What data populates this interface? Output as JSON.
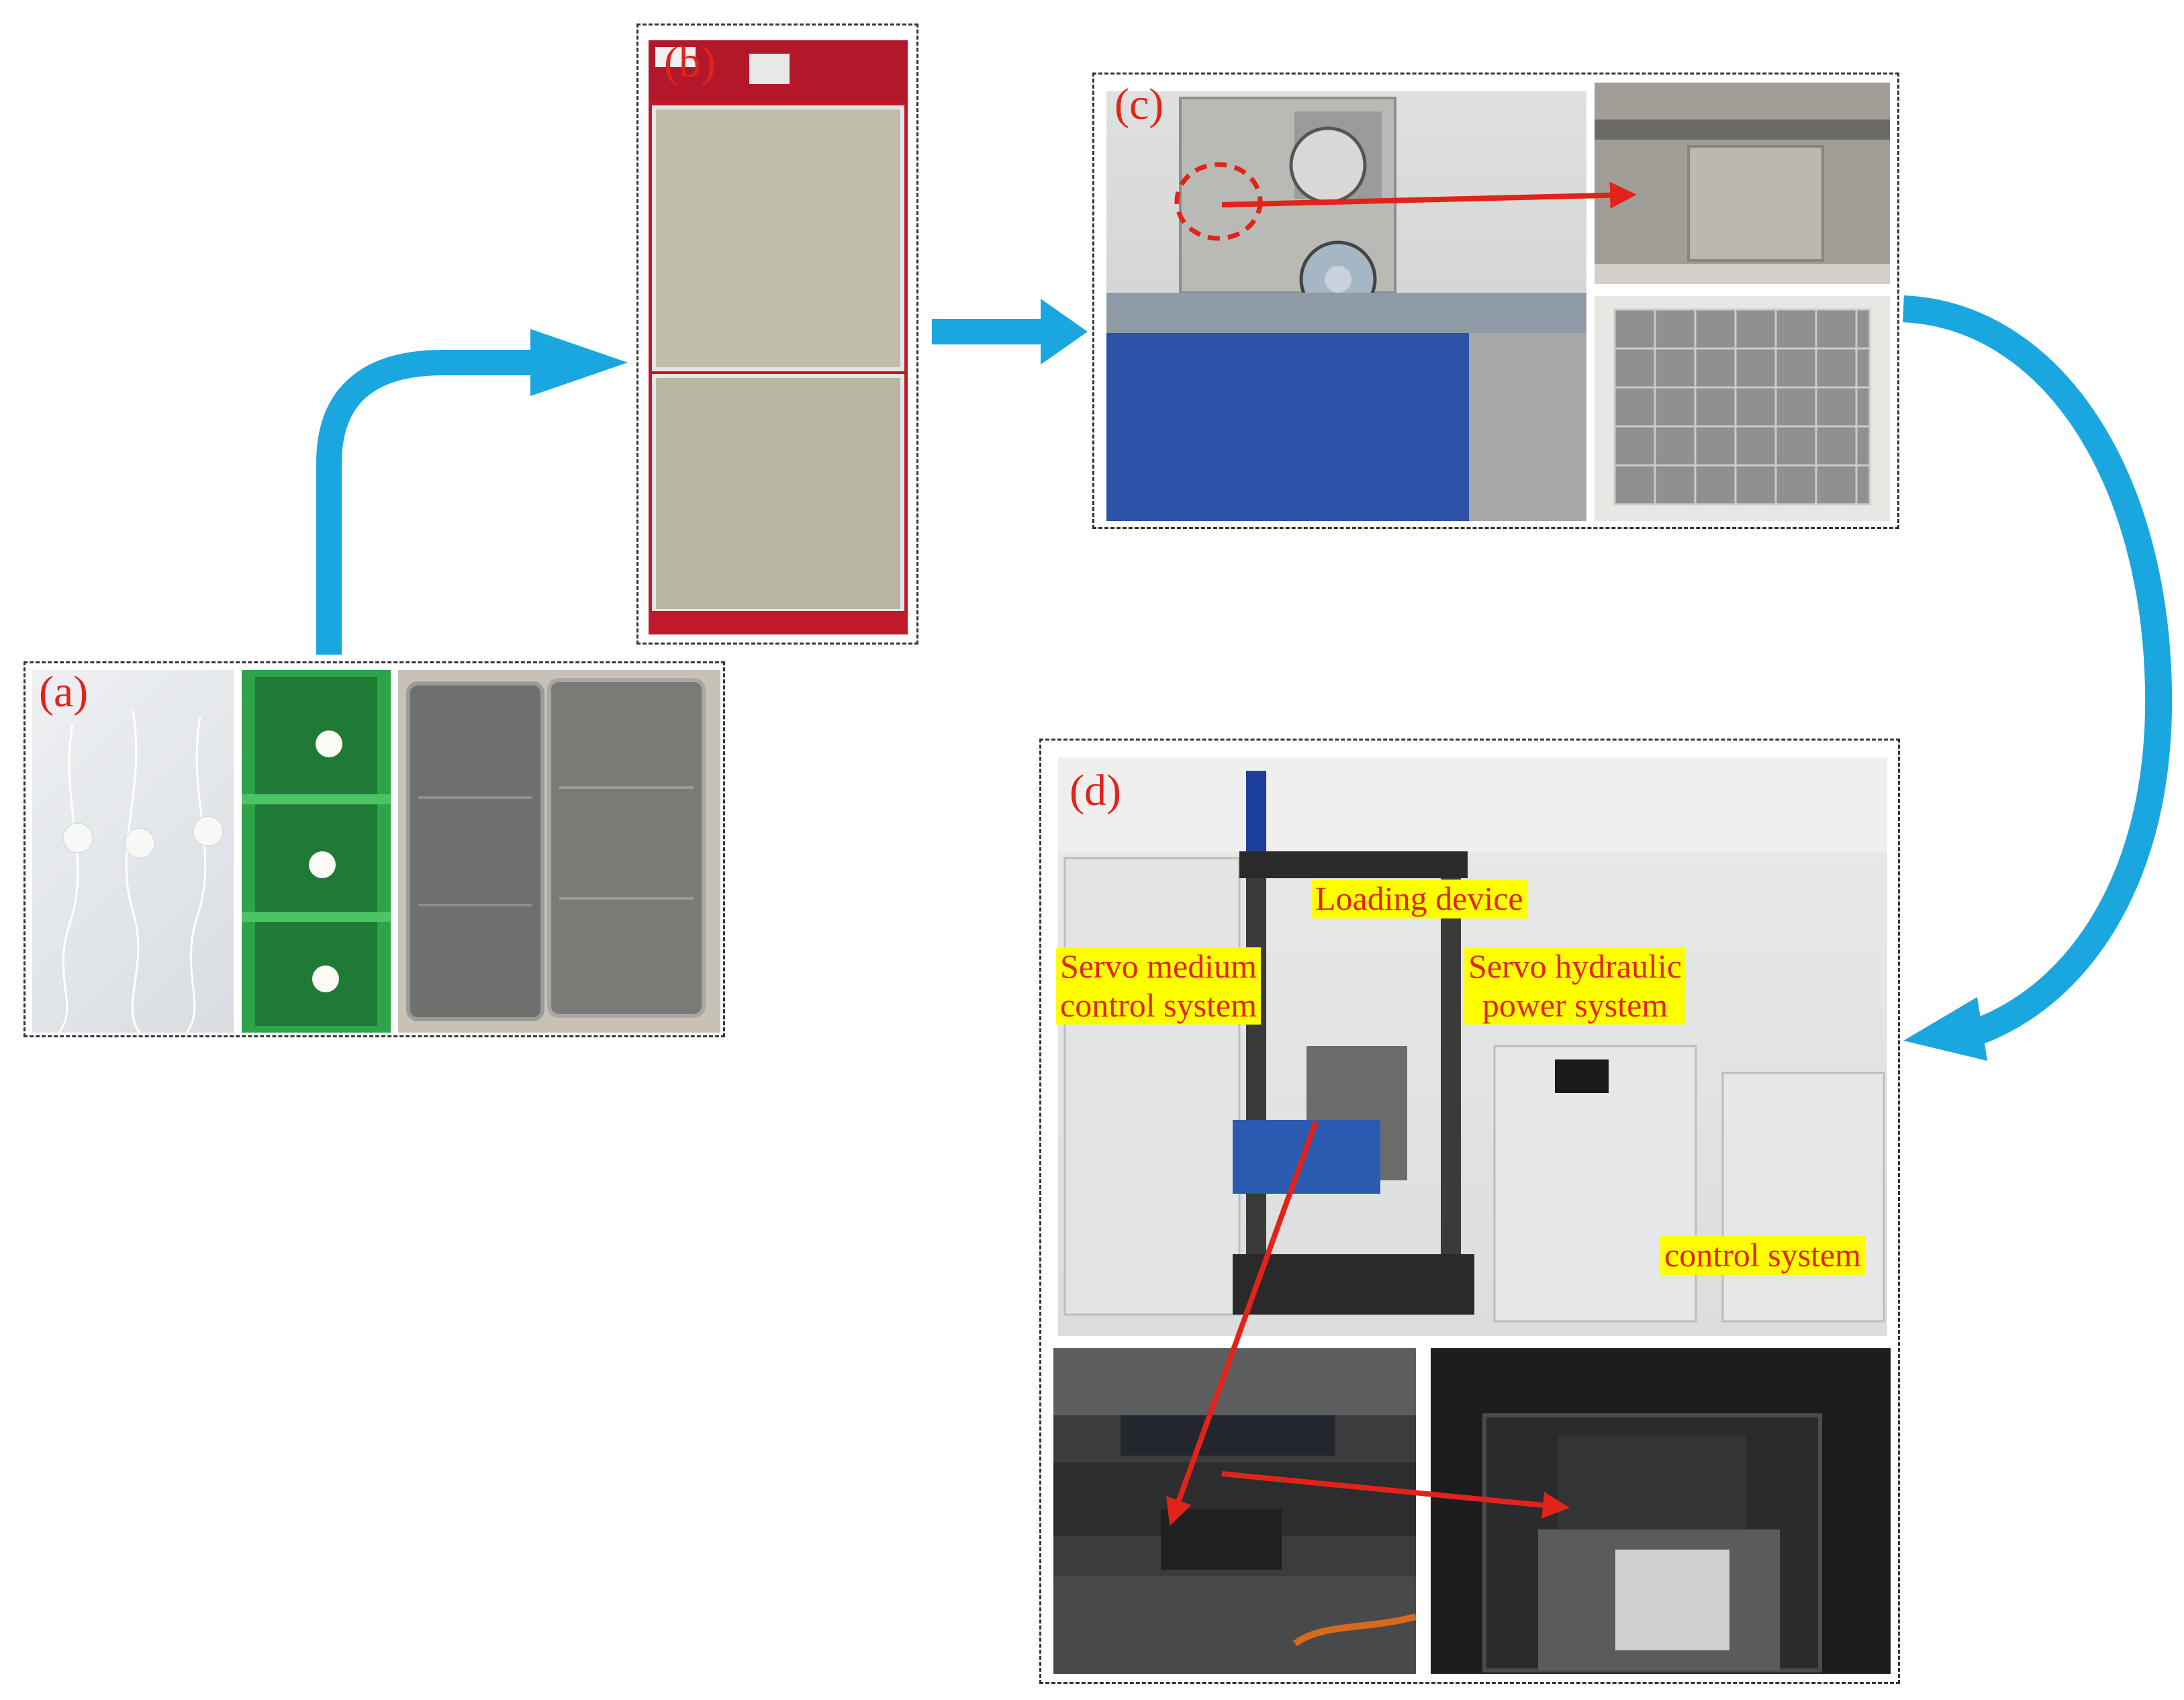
{
  "panels": {
    "a": {
      "label": "(a)"
    },
    "b": {
      "label": "(b)"
    },
    "c": {
      "label": "(c)"
    },
    "d": {
      "label": "(d)"
    }
  },
  "annotations": {
    "loading_device": "Loading device",
    "servo_medium_line1": "Servo medium",
    "servo_medium_line2": "control system",
    "servo_hydraulic_line1": "Servo hydraulic",
    "servo_hydraulic_line2": "power system",
    "control_system": "control system"
  },
  "colors": {
    "flow_arrow": "#1aa7e0",
    "pointer_arrow": "#e2231a",
    "label_text": "#e2231a",
    "highlight": "#ffff00",
    "panel_border": "#333333"
  }
}
